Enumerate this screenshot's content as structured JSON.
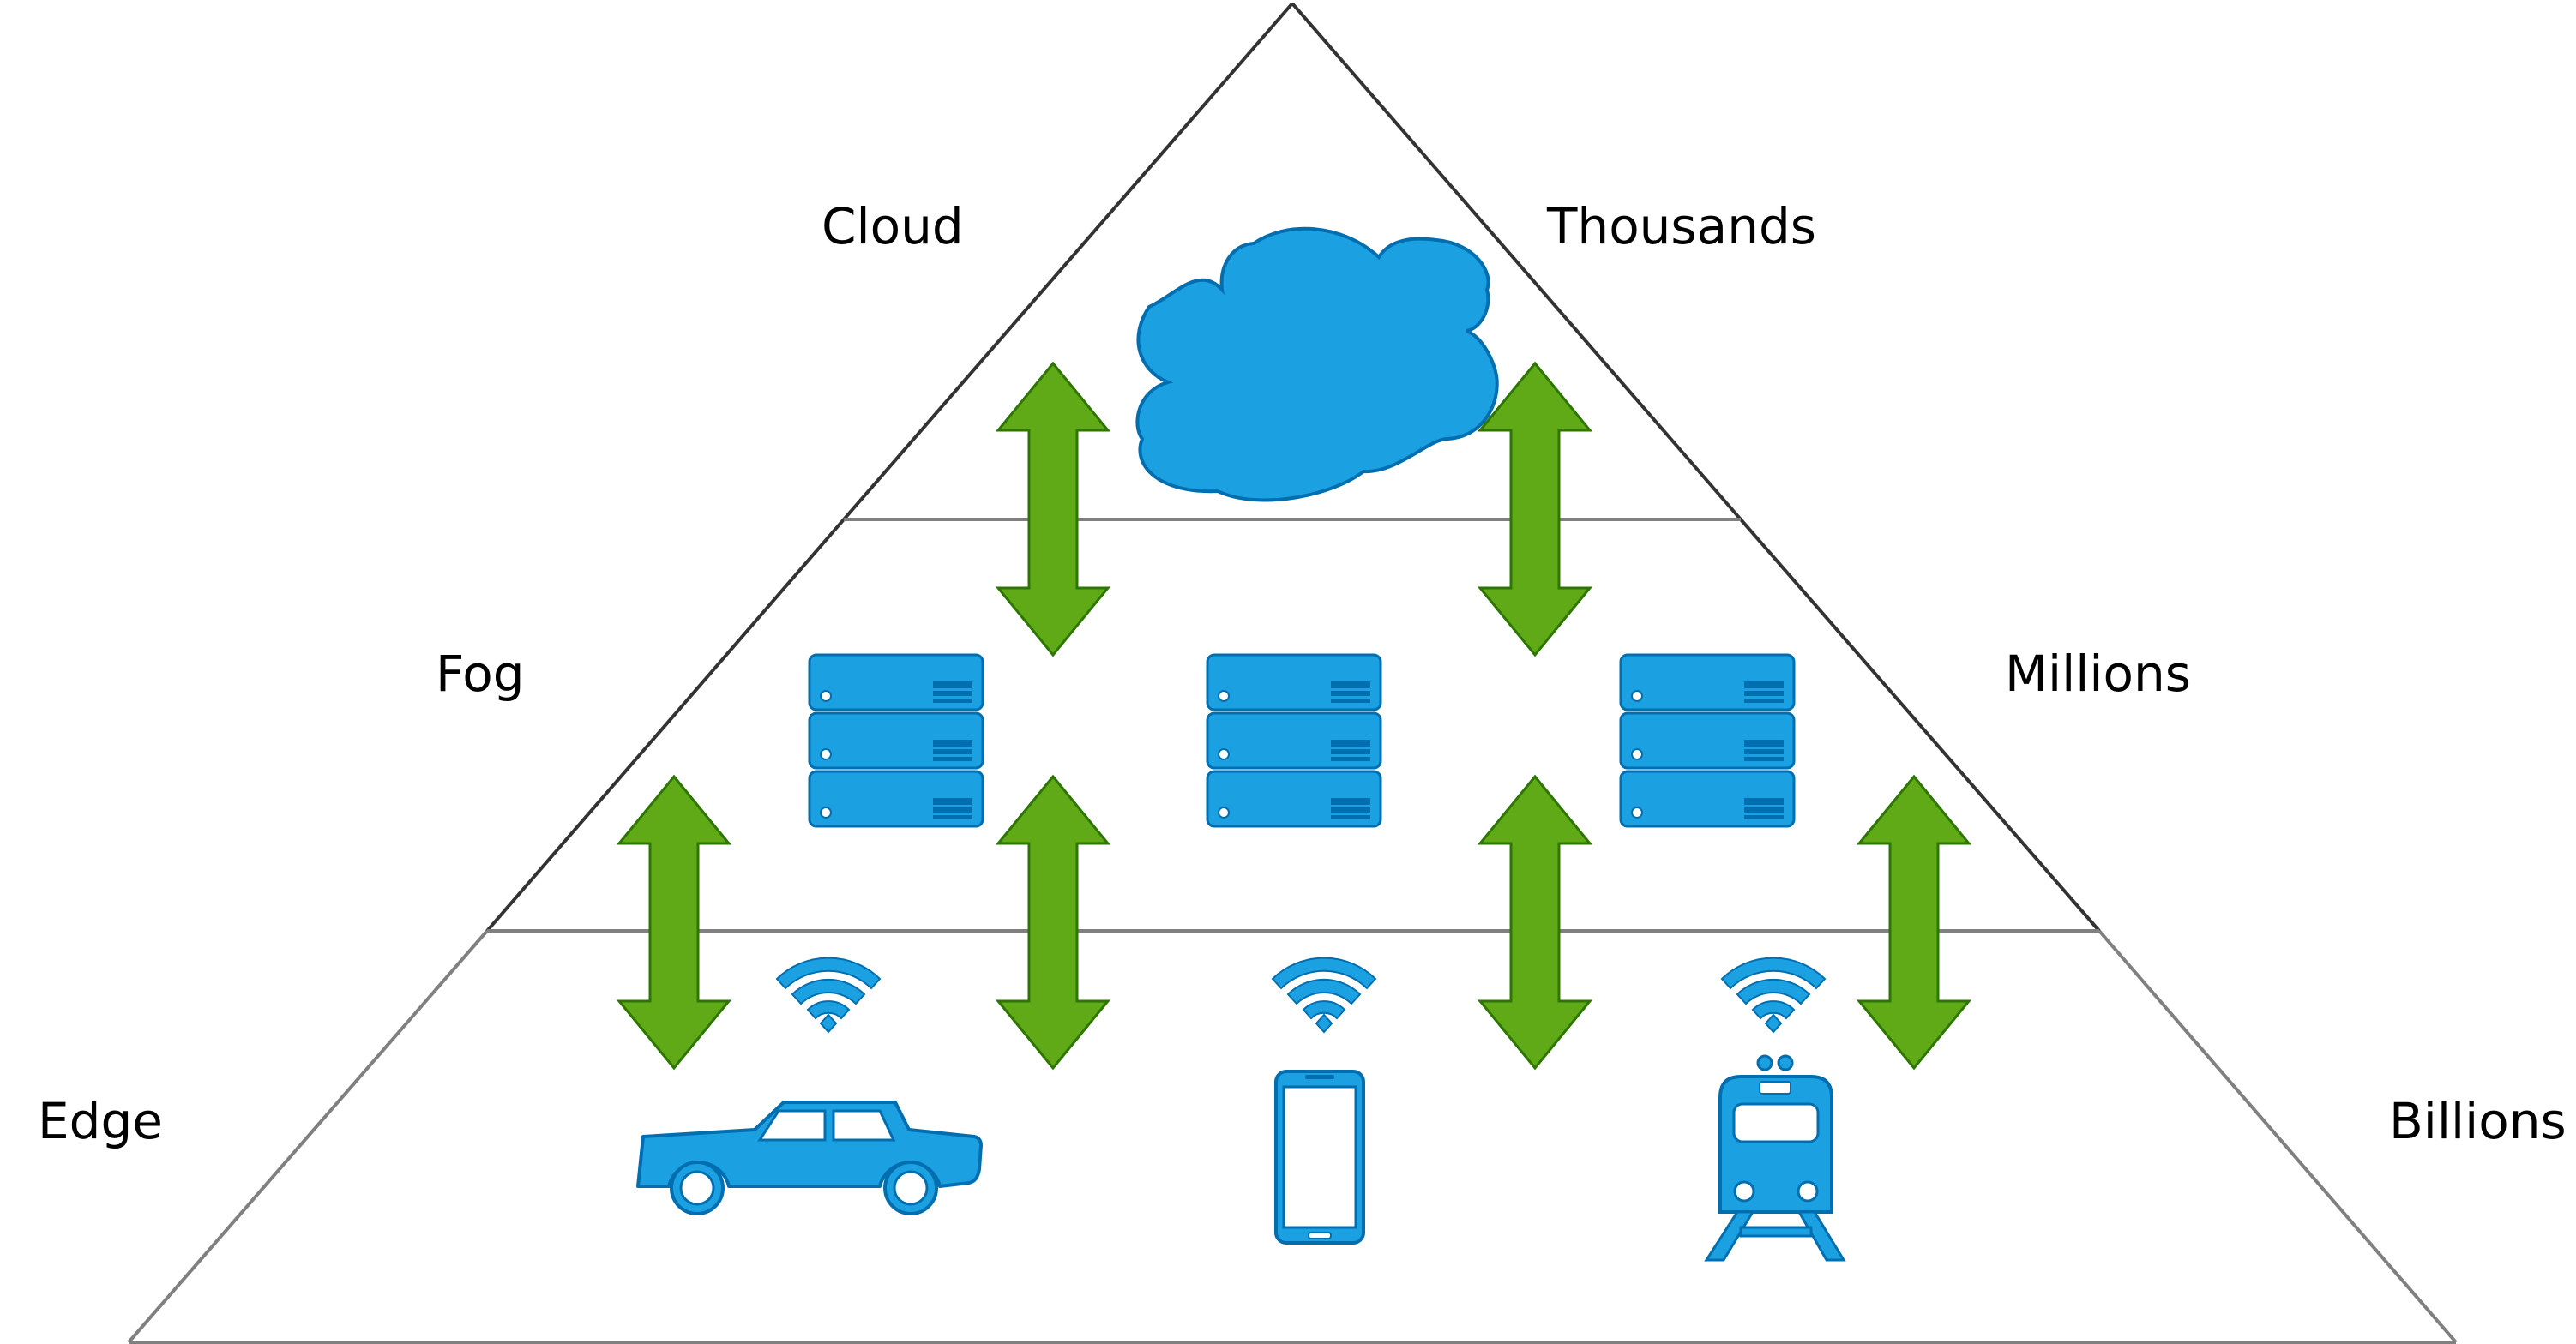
{
  "tiers": {
    "cloud": {
      "name": "Cloud",
      "count": "Thousands"
    },
    "fog": {
      "name": "Fog",
      "count": "Millions"
    },
    "edge": {
      "name": "Edge",
      "count": "Billions"
    }
  },
  "icons": {
    "cloud": "cloud-icon",
    "server": "server-rack-icon",
    "wifi": "wifi-signal-icon",
    "car": "car-icon",
    "phone": "smartphone-icon",
    "train": "train-icon",
    "arrow": "bidirectional-arrow-icon"
  },
  "colors": {
    "device_fill": "#1ba1e2",
    "device_stroke": "#006eaf",
    "arrow_fill": "#60a917",
    "arrow_stroke": "#2d7600",
    "outline": "#333333",
    "divider": "#808080",
    "label": "#000000"
  }
}
